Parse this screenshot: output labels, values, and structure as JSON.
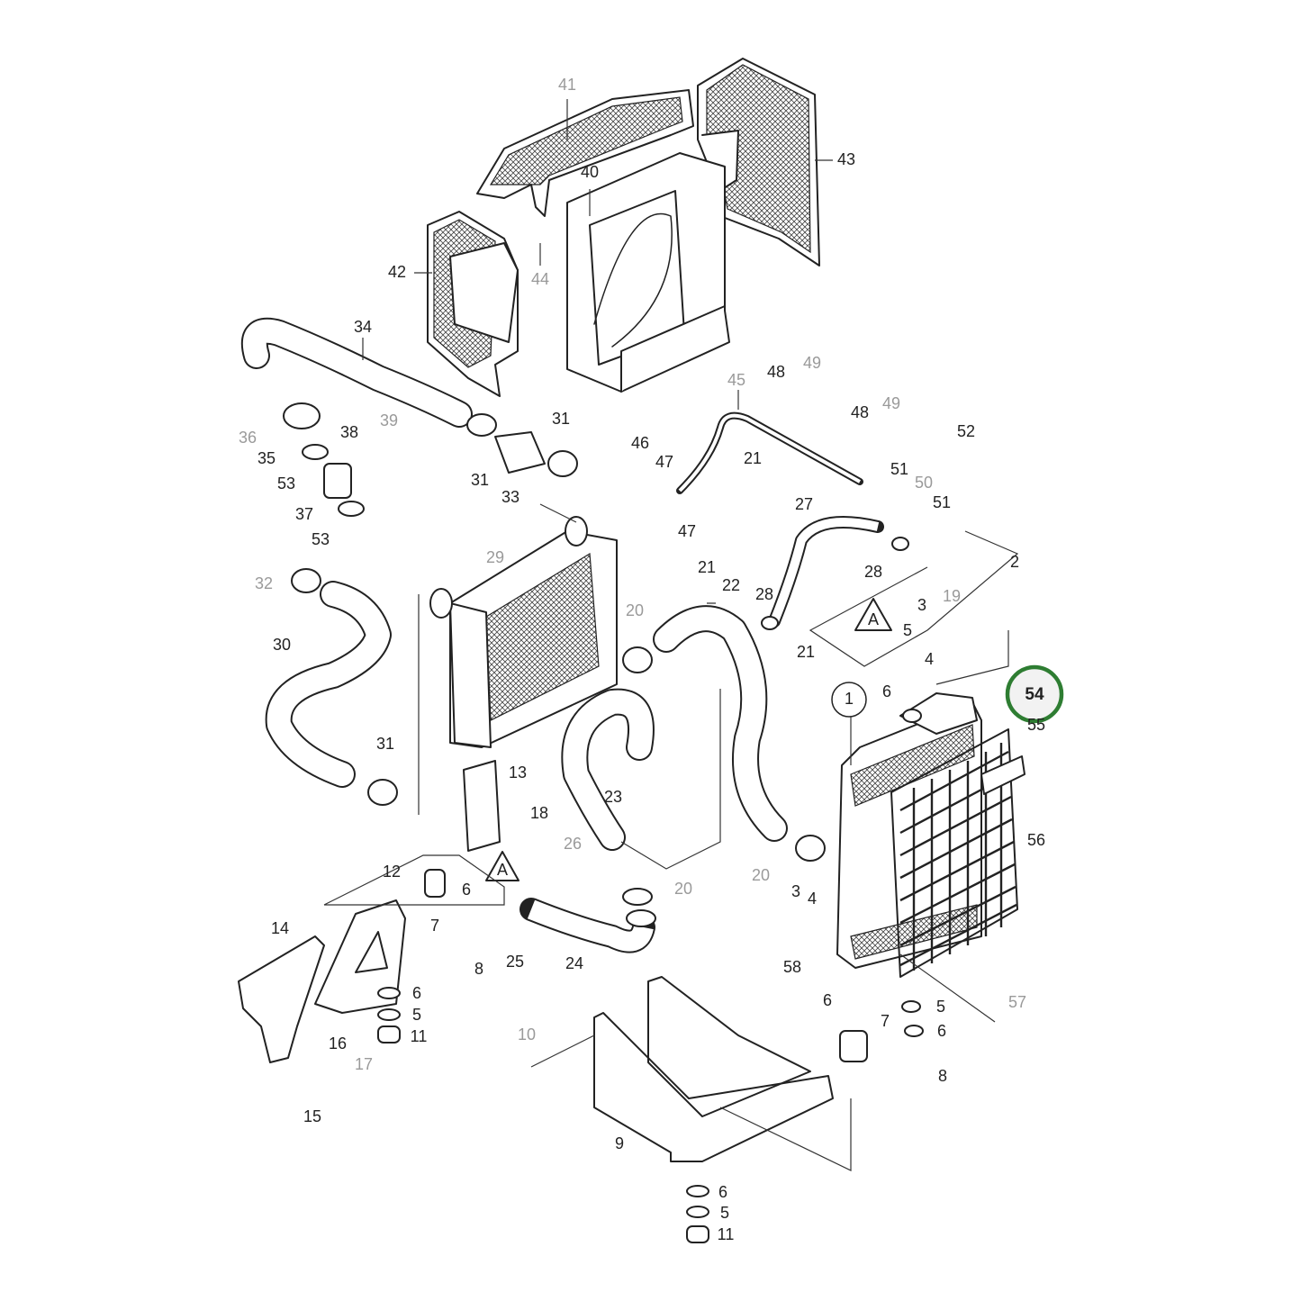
{
  "highlight": {
    "label": "54",
    "color": "#2e7d32"
  },
  "reference_marker": "A",
  "labels": [
    {
      "id": "l41",
      "text": "41",
      "grey": true
    },
    {
      "id": "l43",
      "text": "43",
      "grey": false
    },
    {
      "id": "l40",
      "text": "40",
      "grey": false
    },
    {
      "id": "l42",
      "text": "42",
      "grey": false
    },
    {
      "id": "l44",
      "text": "44",
      "grey": true
    },
    {
      "id": "l34",
      "text": "34",
      "grey": false
    },
    {
      "id": "l36",
      "text": "36",
      "grey": true
    },
    {
      "id": "l38",
      "text": "38",
      "grey": false
    },
    {
      "id": "l39",
      "text": "39",
      "grey": true
    },
    {
      "id": "l35",
      "text": "35",
      "grey": false
    },
    {
      "id": "l53a",
      "text": "53",
      "grey": false
    },
    {
      "id": "l37",
      "text": "37",
      "grey": false
    },
    {
      "id": "l53b",
      "text": "53",
      "grey": false
    },
    {
      "id": "l31a",
      "text": "31",
      "grey": false
    },
    {
      "id": "l31b",
      "text": "31",
      "grey": false
    },
    {
      "id": "l33",
      "text": "33",
      "grey": false
    },
    {
      "id": "l45",
      "text": "45",
      "grey": true
    },
    {
      "id": "l48a",
      "text": "48",
      "grey": false
    },
    {
      "id": "l49a",
      "text": "49",
      "grey": true
    },
    {
      "id": "l48b",
      "text": "48",
      "grey": false
    },
    {
      "id": "l49b",
      "text": "49",
      "grey": true
    },
    {
      "id": "l52",
      "text": "52",
      "grey": false
    },
    {
      "id": "l46",
      "text": "46",
      "grey": false
    },
    {
      "id": "l47a",
      "text": "47",
      "grey": false
    },
    {
      "id": "l47b",
      "text": "47",
      "grey": false
    },
    {
      "id": "l21a",
      "text": "21",
      "grey": false
    },
    {
      "id": "l27",
      "text": "27",
      "grey": false
    },
    {
      "id": "l51a",
      "text": "51",
      "grey": false
    },
    {
      "id": "l50",
      "text": "50",
      "grey": true
    },
    {
      "id": "l51b",
      "text": "51",
      "grey": false
    },
    {
      "id": "l28a",
      "text": "28",
      "grey": false
    },
    {
      "id": "l32",
      "text": "32",
      "grey": true
    },
    {
      "id": "l29",
      "text": "29",
      "grey": true
    },
    {
      "id": "l21b",
      "text": "21",
      "grey": false
    },
    {
      "id": "l22",
      "text": "22",
      "grey": false
    },
    {
      "id": "l28b",
      "text": "28",
      "grey": false
    },
    {
      "id": "l2",
      "text": "2",
      "grey": false
    },
    {
      "id": "l3a",
      "text": "3",
      "grey": false
    },
    {
      "id": "l19",
      "text": "19",
      "grey": true
    },
    {
      "id": "l5a",
      "text": "5",
      "grey": false
    },
    {
      "id": "l4a",
      "text": "4",
      "grey": false
    },
    {
      "id": "l30",
      "text": "30",
      "grey": false
    },
    {
      "id": "l20a",
      "text": "20",
      "grey": true
    },
    {
      "id": "l21c",
      "text": "21",
      "grey": false
    },
    {
      "id": "l6a",
      "text": "6",
      "grey": false
    },
    {
      "id": "l55",
      "text": "55",
      "grey": false
    },
    {
      "id": "l31c",
      "text": "31",
      "grey": false
    },
    {
      "id": "l13",
      "text": "13",
      "grey": false
    },
    {
      "id": "l23",
      "text": "23",
      "grey": false
    },
    {
      "id": "l18",
      "text": "18",
      "grey": false
    },
    {
      "id": "l56",
      "text": "56",
      "grey": false
    },
    {
      "id": "l26",
      "text": "26",
      "grey": true
    },
    {
      "id": "l20b",
      "text": "20",
      "grey": true
    },
    {
      "id": "l20c",
      "text": "20",
      "grey": true
    },
    {
      "id": "l12",
      "text": "12",
      "grey": false
    },
    {
      "id": "l6b",
      "text": "6",
      "grey": false
    },
    {
      "id": "l7a",
      "text": "7",
      "grey": false
    },
    {
      "id": "l3b",
      "text": "3",
      "grey": false
    },
    {
      "id": "l4b",
      "text": "4",
      "grey": false
    },
    {
      "id": "l25",
      "text": "25",
      "grey": false
    },
    {
      "id": "l24",
      "text": "24",
      "grey": false
    },
    {
      "id": "l8a",
      "text": "8",
      "grey": false
    },
    {
      "id": "l58",
      "text": "58",
      "grey": false
    },
    {
      "id": "l14",
      "text": "14",
      "grey": false
    },
    {
      "id": "l6c",
      "text": "6",
      "grey": false
    },
    {
      "id": "l5b",
      "text": "5",
      "grey": false
    },
    {
      "id": "l11a",
      "text": "11",
      "grey": false
    },
    {
      "id": "l16",
      "text": "16",
      "grey": false
    },
    {
      "id": "l17",
      "text": "17",
      "grey": true
    },
    {
      "id": "l6d",
      "text": "6",
      "grey": false
    },
    {
      "id": "l5c",
      "text": "5",
      "grey": false
    },
    {
      "id": "l6e",
      "text": "6",
      "grey": false
    },
    {
      "id": "l57",
      "text": "57",
      "grey": true
    },
    {
      "id": "l10",
      "text": "10",
      "grey": true
    },
    {
      "id": "l7b",
      "text": "7",
      "grey": false
    },
    {
      "id": "l8b",
      "text": "8",
      "grey": false
    },
    {
      "id": "l15",
      "text": "15",
      "grey": false
    },
    {
      "id": "l9",
      "text": "9",
      "grey": false
    },
    {
      "id": "l6f",
      "text": "6",
      "grey": false
    },
    {
      "id": "l5d",
      "text": "5",
      "grey": false
    },
    {
      "id": "l11b",
      "text": "11",
      "grey": false
    },
    {
      "id": "l1",
      "text": "1",
      "grey": false
    }
  ]
}
